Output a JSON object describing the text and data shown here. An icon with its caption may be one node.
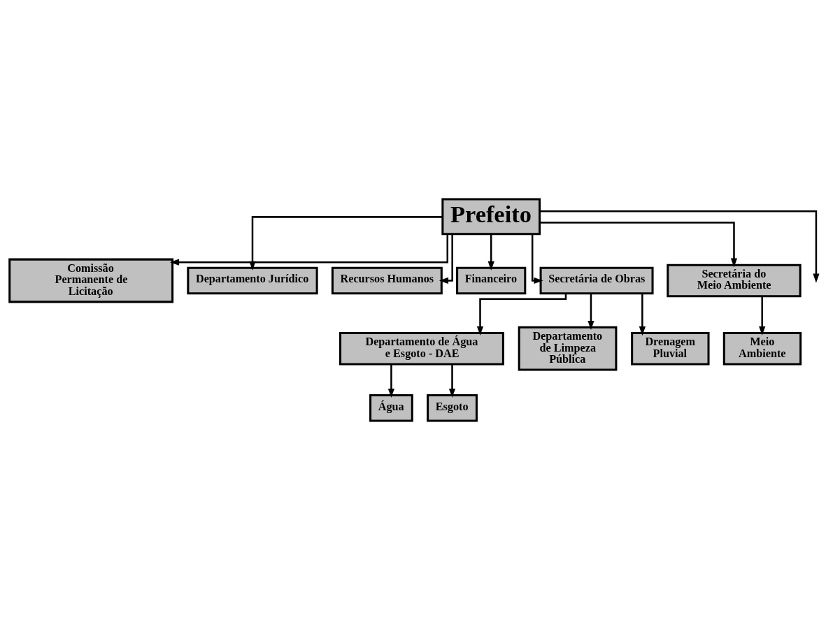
{
  "diagram": {
    "nodes": [
      {
        "text": [
          "Prefeito"
        ]
      },
      {
        "text": [
          "Comissão Permanente de Licitação"
        ]
      },
      {
        "text": [
          "Departamento Jurídico"
        ]
      },
      {
        "text": [
          "Recursos Humanos"
        ]
      },
      {
        "text": [
          "Financeiro"
        ]
      },
      {
        "text": [
          "Secretária de Obras"
        ]
      },
      {
        "text": [
          "Secretária do Meio Ambiente"
        ]
      },
      {
        "text": [
          "Departamento de Água e Esgoto - DAE"
        ]
      },
      {
        "text": [
          "Departamento de Limpeza Pública"
        ]
      },
      {
        "text": [
          "Drenagem Pluvial"
        ]
      },
      {
        "text": [
          "Meio Ambiente"
        ]
      },
      {
        "text": [
          "Água"
        ]
      },
      {
        "text": [
          "Esgoto"
        ]
      }
    ],
    "edges": [
      {
        "from": 0,
        "to": 1,
        "arrow": "to"
      },
      {
        "from": 0,
        "to": 2,
        "arrow": "to"
      },
      {
        "from": 0,
        "to": 3,
        "arrow": "to"
      },
      {
        "from": 0,
        "to": 4,
        "arrow": "to"
      },
      {
        "from": 0,
        "to": 5,
        "arrow": "to"
      },
      {
        "from": 0,
        "to": null,
        "arrow": "to"
      },
      {
        "from": 0,
        "to": 6,
        "arrow": "to"
      },
      {
        "from": 5,
        "to": 7,
        "arrow": "to"
      },
      {
        "from": 5,
        "to": 8,
        "arrow": "to"
      },
      {
        "from": 5,
        "to": 9,
        "arrow": "to"
      },
      {
        "from": 6,
        "to": 10,
        "arrow": "to"
      },
      {
        "from": 7,
        "to": 11,
        "arrow": "to"
      },
      {
        "from": 7,
        "to": 12,
        "arrow": "to"
      }
    ]
  }
}
